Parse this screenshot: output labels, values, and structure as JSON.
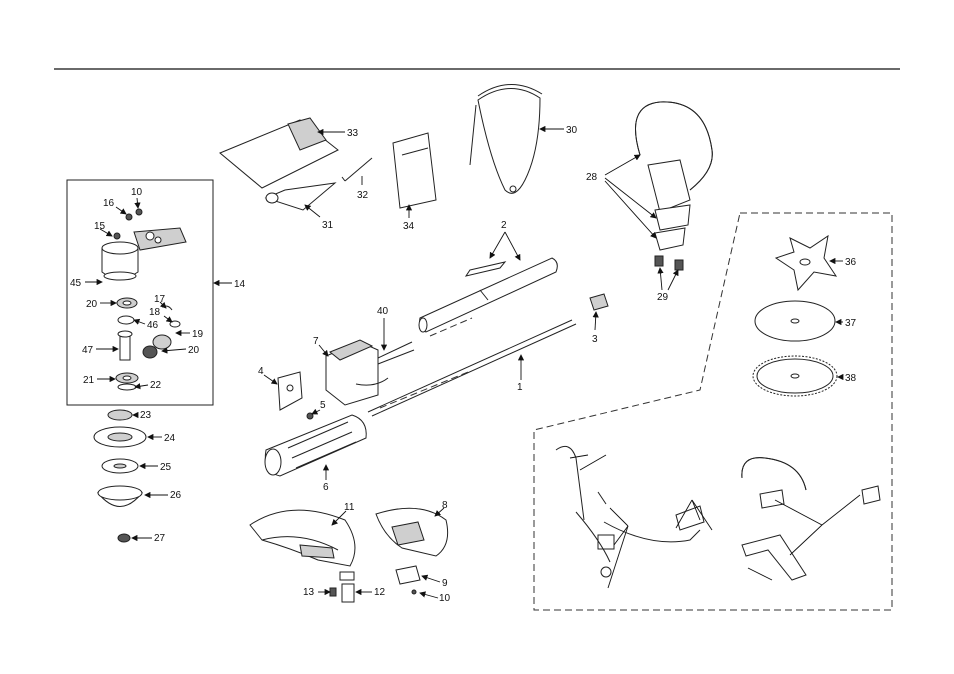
{
  "diagram": {
    "part_numbers": {
      "p1": "1",
      "p2": "2",
      "p3": "3",
      "p4": "4",
      "p5": "5",
      "p6": "6",
      "p7": "7",
      "p8": "8",
      "p9": "9",
      "p10a": "10",
      "p10b": "10",
      "p11": "11",
      "p12": "12",
      "p13": "13",
      "p14": "14",
      "p15": "15",
      "p16": "16",
      "p17": "17",
      "p18": "18",
      "p19": "19",
      "p20a": "20",
      "p20b": "20",
      "p21": "21",
      "p22": "22",
      "p23": "23",
      "p24": "24",
      "p25": "25",
      "p26": "26",
      "p27": "27",
      "p28": "28",
      "p29": "29",
      "p30": "30",
      "p31": "31",
      "p32": "32",
      "p33": "33",
      "p34": "34",
      "p36": "36",
      "p37": "37",
      "p38": "38",
      "p40": "40",
      "p45": "45",
      "p46": "46",
      "p47": "47"
    }
  }
}
